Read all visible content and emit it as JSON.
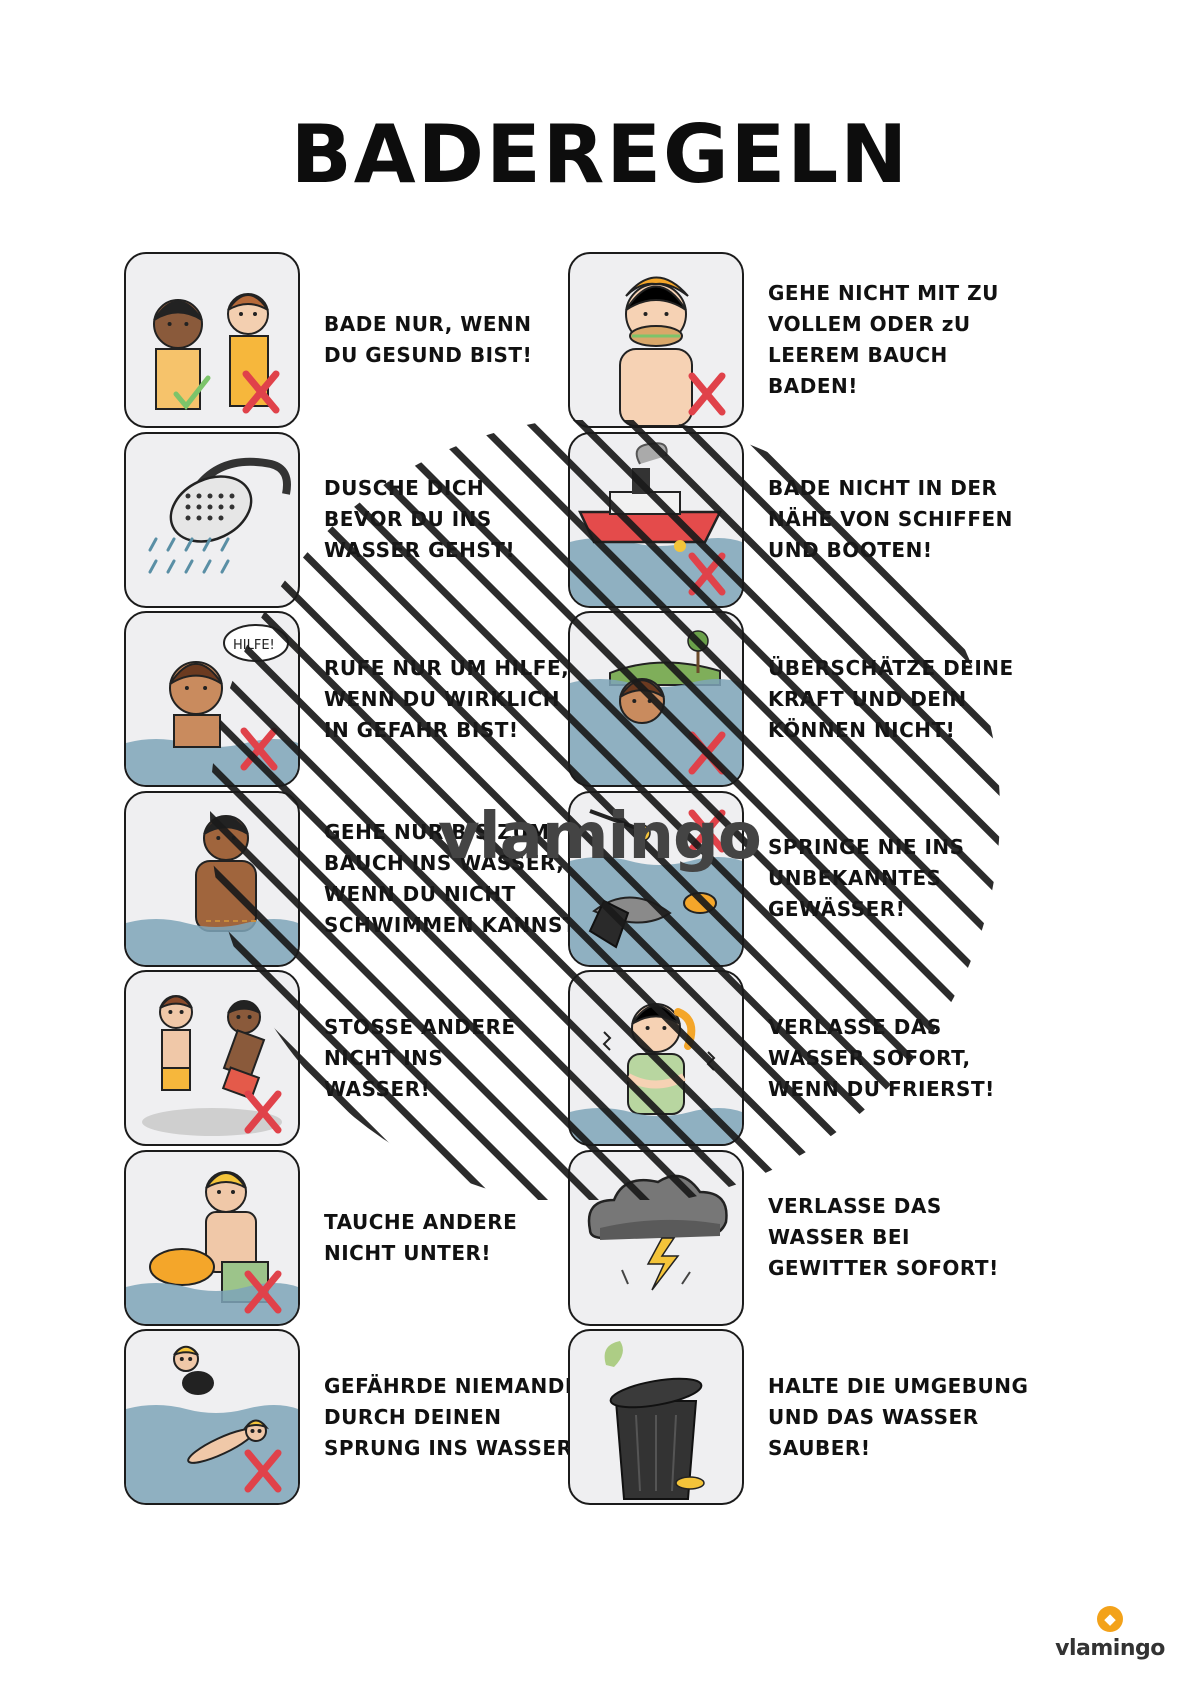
{
  "title": "BADEREGELN",
  "watermark": "vlamingo",
  "logo": {
    "text": "vlamingo",
    "color": "#f3a21a"
  },
  "rules_left": [
    {
      "lines": [
        "BADE NUR, WENN",
        "DU GESUND BIST!"
      ],
      "icon": "healthy-sick-kids-icon"
    },
    {
      "lines": [
        "DUSCHE DICH",
        "BEVOR DU INS",
        "WASSER GEHST!"
      ],
      "icon": "shower-icon"
    },
    {
      "lines": [
        "RUFE NUR UM HILFE,",
        "WENN DU WIRKLICH",
        "IN GEFAHR BIST!"
      ],
      "icon": "calling-help-icon",
      "bubble": "HILFE!"
    },
    {
      "lines": [
        "GEHE NUR BIS ZUM",
        "BAUCH INS WASSER,",
        "WENN DU NICHT",
        "SCHWIMMEN KANNST!"
      ],
      "icon": "waist-deep-icon"
    },
    {
      "lines": [
        "STOSSE ANDERE",
        "NICHT INS",
        "WASSER!"
      ],
      "icon": "pushing-icon"
    },
    {
      "lines": [
        "TAUCHE ANDERE",
        "NICHT UNTER!"
      ],
      "icon": "dunking-icon"
    },
    {
      "lines": [
        "GEFÄHRDE NIEMANDEN",
        "DURCH DEINEN",
        "SPRUNG INS WASSER!"
      ],
      "icon": "jumping-on-swimmer-icon"
    }
  ],
  "rules_right": [
    {
      "lines": [
        "GEHE NICHT MIT ZU",
        "VOLLEM ODER zU",
        "LEEREM BAUCH",
        "BADEN!"
      ],
      "icon": "eating-icon"
    },
    {
      "lines": [
        "BADE NICHT IN DER",
        "NÄHE VON SCHIFFEN",
        "UND BOOTEN!"
      ],
      "icon": "ship-icon"
    },
    {
      "lines": [
        "ÜBERSCHÄTZE DEINE",
        "KRAFT UND DEIN",
        "KÖNNEN NICHT!"
      ],
      "icon": "far-swim-icon"
    },
    {
      "lines": [
        "SPRINGE NIE INS",
        "UNBEKANNTES",
        "GEWÄSSER!"
      ],
      "icon": "unknown-water-dive-icon"
    },
    {
      "lines": [
        "VERLASSE DAS",
        "WASSER SOFORT,",
        "WENN DU FRIERST!"
      ],
      "icon": "freezing-icon"
    },
    {
      "lines": [
        "VERLASSE DAS",
        "WASSER BEI",
        "GEWITTER SOFORT!"
      ],
      "icon": "thunderstorm-icon"
    },
    {
      "lines": [
        "HALTE DIE UMGEBUNG",
        "UND DAS WASSER",
        "SAUBER!"
      ],
      "icon": "trash-can-icon"
    }
  ],
  "colors": {
    "cross": "#e0424a",
    "check": "#7cc46a",
    "water": "#7ea5b9",
    "tile_bg": "#efeff1",
    "boat": "#e44b4b",
    "hair_orange": "#f4a62a"
  }
}
